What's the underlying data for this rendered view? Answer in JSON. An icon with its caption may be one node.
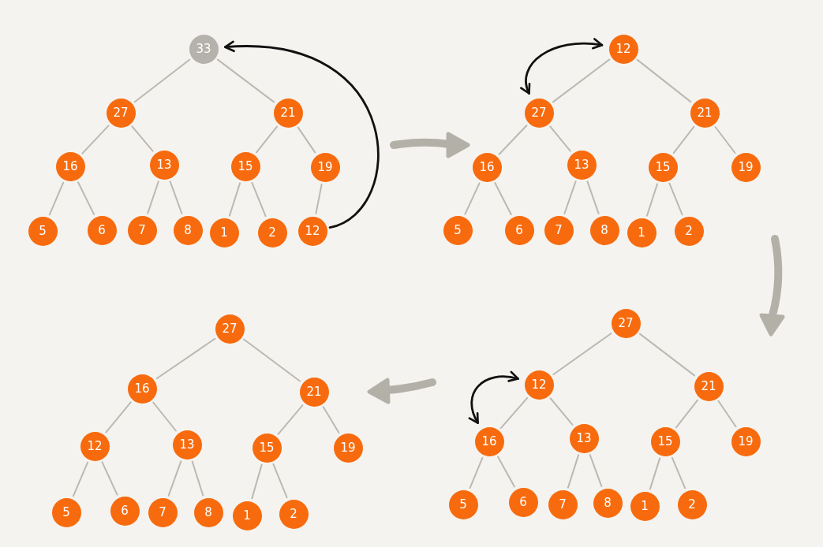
{
  "diagram": {
    "nodes": [
      {
        "text": [
          "33"
        ]
      },
      {
        "text": [
          "27"
        ]
      },
      {
        "text": [
          "21"
        ]
      },
      {
        "text": [
          "16"
        ]
      },
      {
        "text": [
          "13"
        ]
      },
      {
        "text": [
          "15"
        ]
      },
      {
        "text": [
          "19"
        ]
      },
      {
        "text": [
          "5"
        ]
      },
      {
        "text": [
          "6"
        ]
      },
      {
        "text": [
          "7"
        ]
      },
      {
        "text": [
          "8"
        ]
      },
      {
        "text": [
          "1"
        ]
      },
      {
        "text": [
          "2"
        ]
      },
      {
        "text": [
          "12"
        ]
      },
      {
        "text": [
          "12"
        ]
      },
      {
        "text": [
          "27"
        ]
      },
      {
        "text": [
          "21"
        ]
      },
      {
        "text": [
          "16"
        ]
      },
      {
        "text": [
          "13"
        ]
      },
      {
        "text": [
          "15"
        ]
      },
      {
        "text": [
          "19"
        ]
      },
      {
        "text": [
          "5"
        ]
      },
      {
        "text": [
          "6"
        ]
      },
      {
        "text": [
          "7"
        ]
      },
      {
        "text": [
          "8"
        ]
      },
      {
        "text": [
          "1"
        ]
      },
      {
        "text": [
          "2"
        ]
      },
      {
        "text": [
          "27"
        ]
      },
      {
        "text": [
          "16"
        ]
      },
      {
        "text": [
          "21"
        ]
      },
      {
        "text": [
          "12"
        ]
      },
      {
        "text": [
          "13"
        ]
      },
      {
        "text": [
          "15"
        ]
      },
      {
        "text": [
          "19"
        ]
      },
      {
        "text": [
          "5"
        ]
      },
      {
        "text": [
          "6"
        ]
      },
      {
        "text": [
          "7"
        ]
      },
      {
        "text": [
          "8"
        ]
      },
      {
        "text": [
          "1"
        ]
      },
      {
        "text": [
          "2"
        ]
      },
      {
        "text": [
          "27"
        ]
      },
      {
        "text": [
          "12"
        ]
      },
      {
        "text": [
          "21"
        ]
      },
      {
        "text": [
          "16"
        ]
      },
      {
        "text": [
          "13"
        ]
      },
      {
        "text": [
          "15"
        ]
      },
      {
        "text": [
          "19"
        ]
      },
      {
        "text": [
          "5"
        ]
      },
      {
        "text": [
          "6"
        ]
      },
      {
        "text": [
          "7"
        ]
      },
      {
        "text": [
          "8"
        ]
      },
      {
        "text": [
          "1"
        ]
      },
      {
        "text": [
          "2"
        ]
      }
    ],
    "edges": [
      {
        "from": 0,
        "to": 1,
        "arrow": "none"
      },
      {
        "from": 0,
        "to": 2,
        "arrow": "none"
      },
      {
        "from": 1,
        "to": 3,
        "arrow": "none"
      },
      {
        "from": 1,
        "to": 4,
        "arrow": "none"
      },
      {
        "from": 2,
        "to": 5,
        "arrow": "none"
      },
      {
        "from": 2,
        "to": 6,
        "arrow": "none"
      },
      {
        "from": 3,
        "to": 7,
        "arrow": "none"
      },
      {
        "from": 3,
        "to": 8,
        "arrow": "none"
      },
      {
        "from": 4,
        "to": 9,
        "arrow": "none"
      },
      {
        "from": 4,
        "to": 10,
        "arrow": "none"
      },
      {
        "from": 5,
        "to": 11,
        "arrow": "none"
      },
      {
        "from": 5,
        "to": 12,
        "arrow": "none"
      },
      {
        "from": 6,
        "to": 13,
        "arrow": "none"
      },
      {
        "from": 13,
        "to": 0,
        "arrow": "to",
        "color": "#111111"
      },
      {
        "from": 14,
        "to": 15,
        "arrow": "none"
      },
      {
        "from": 14,
        "to": 16,
        "arrow": "none"
      },
      {
        "from": 15,
        "to": 17,
        "arrow": "none"
      },
      {
        "from": 15,
        "to": 18,
        "arrow": "none"
      },
      {
        "from": 16,
        "to": 19,
        "arrow": "none"
      },
      {
        "from": 16,
        "to": 20,
        "arrow": "none"
      },
      {
        "from": 17,
        "to": 21,
        "arrow": "none"
      },
      {
        "from": 17,
        "to": 22,
        "arrow": "none"
      },
      {
        "from": 18,
        "to": 23,
        "arrow": "none"
      },
      {
        "from": 18,
        "to": 24,
        "arrow": "none"
      },
      {
        "from": 19,
        "to": 25,
        "arrow": "none"
      },
      {
        "from": 19,
        "to": 26,
        "arrow": "none"
      },
      {
        "from": 14,
        "to": 15,
        "arrow": "both",
        "color": "#111111"
      },
      {
        "from": 27,
        "to": 28,
        "arrow": "none"
      },
      {
        "from": 27,
        "to": 29,
        "arrow": "none"
      },
      {
        "from": 28,
        "to": 30,
        "arrow": "none"
      },
      {
        "from": 28,
        "to": 31,
        "arrow": "none"
      },
      {
        "from": 29,
        "to": 32,
        "arrow": "none"
      },
      {
        "from": 29,
        "to": 33,
        "arrow": "none"
      },
      {
        "from": 30,
        "to": 34,
        "arrow": "none"
      },
      {
        "from": 30,
        "to": 35,
        "arrow": "none"
      },
      {
        "from": 31,
        "to": 36,
        "arrow": "none"
      },
      {
        "from": 31,
        "to": 37,
        "arrow": "none"
      },
      {
        "from": 32,
        "to": 38,
        "arrow": "none"
      },
      {
        "from": 32,
        "to": 39,
        "arrow": "none"
      },
      {
        "from": 40,
        "to": 41,
        "arrow": "none"
      },
      {
        "from": 40,
        "to": 42,
        "arrow": "none"
      },
      {
        "from": 41,
        "to": 43,
        "arrow": "none"
      },
      {
        "from": 41,
        "to": 44,
        "arrow": "none"
      },
      {
        "from": 42,
        "to": 45,
        "arrow": "none"
      },
      {
        "from": 42,
        "to": 46,
        "arrow": "none"
      },
      {
        "from": 43,
        "to": 47,
        "arrow": "none"
      },
      {
        "from": 43,
        "to": 48,
        "arrow": "none"
      },
      {
        "from": 44,
        "to": 49,
        "arrow": "none"
      },
      {
        "from": 44,
        "to": 50,
        "arrow": "none"
      },
      {
        "from": 45,
        "to": 51,
        "arrow": "none"
      },
      {
        "from": 45,
        "to": 52,
        "arrow": "none"
      },
      {
        "from": 41,
        "to": 43,
        "arrow": "both",
        "color": "#111111"
      }
    ]
  }
}
